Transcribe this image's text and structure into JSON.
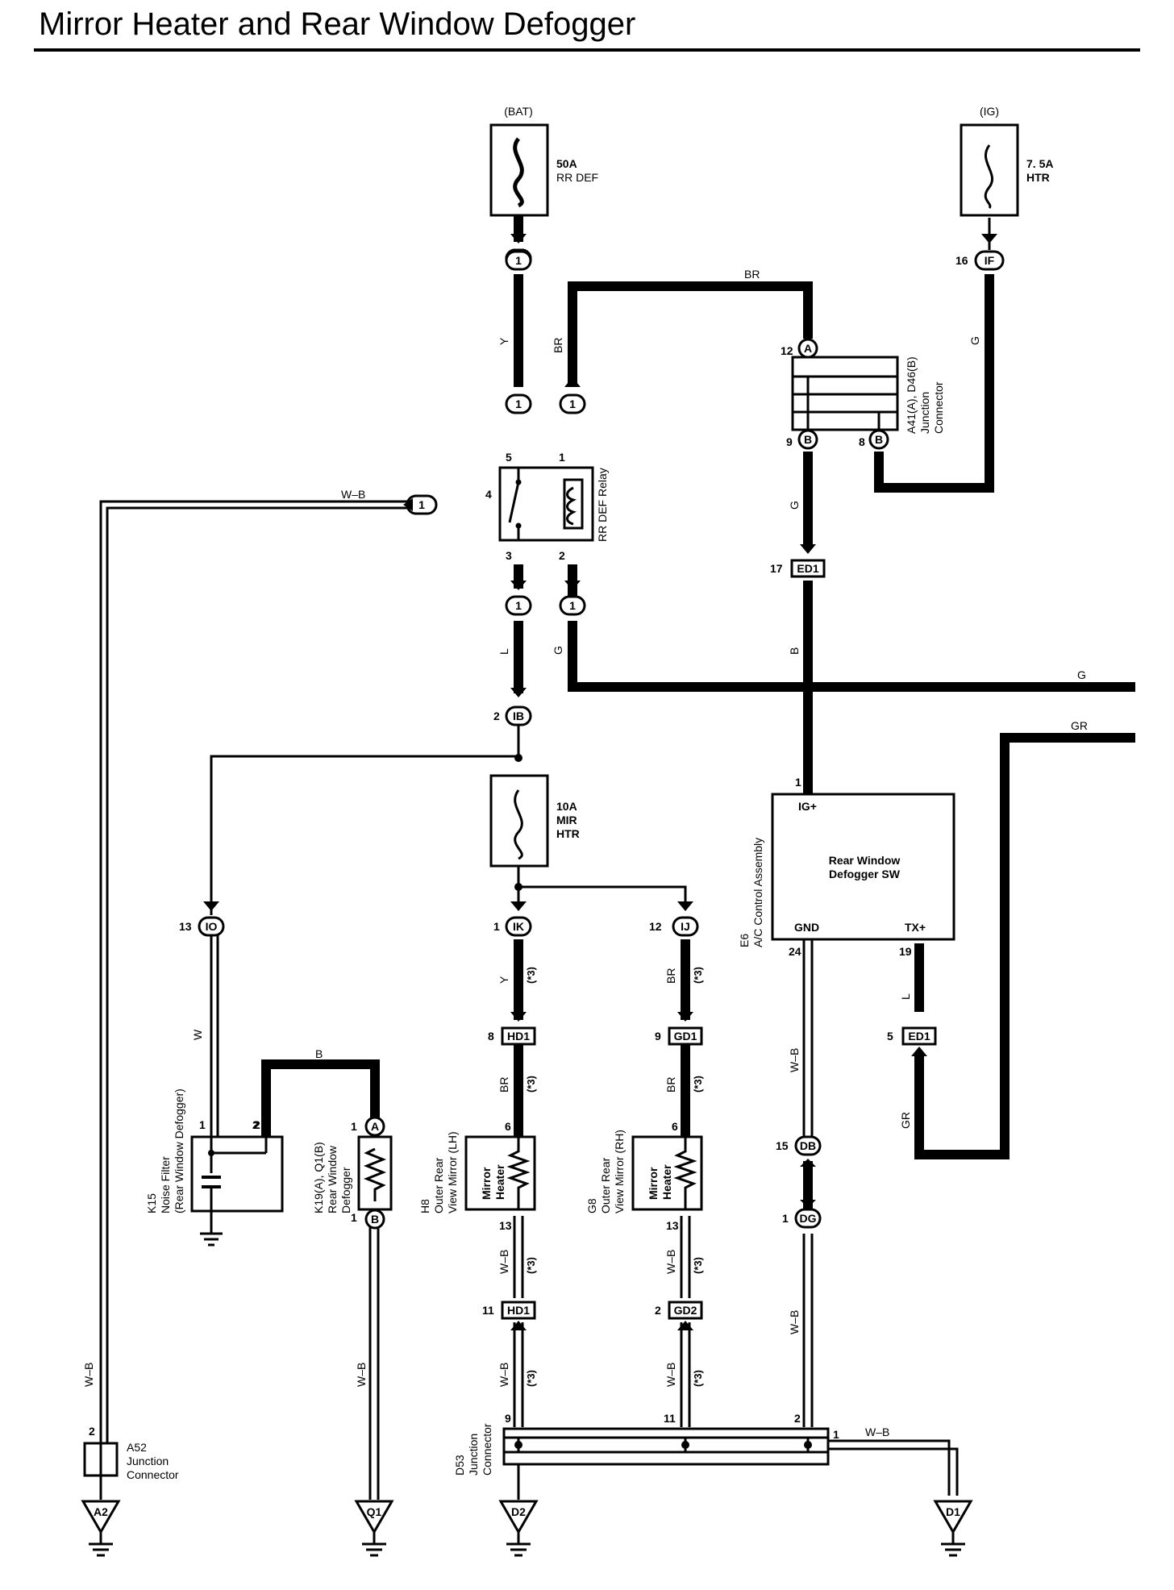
{
  "title": "Mirror Heater and Rear Window Defogger",
  "fuses": {
    "bat_label": "(BAT)",
    "rr_def_amp": "50A",
    "rr_def_name": "RR DEF",
    "ig_label": "(IG)",
    "htr_amp": "7. 5A",
    "htr_name": "HTR",
    "mir_amp": "10A",
    "mir_name1": "MIR",
    "mir_name2": "HTR"
  },
  "relay": {
    "name": "RR DEF Relay",
    "pins": [
      "5",
      "1",
      "4",
      "3",
      "2"
    ]
  },
  "junction_top": {
    "name1": "A41(A), D46(B)",
    "name2": "Junction",
    "name3": "Connector",
    "pin_a": "12",
    "pin_b1": "9",
    "pin_b2": "8",
    "conn_a": "A",
    "conn_b": "B"
  },
  "ac_assembly": {
    "code": "E6",
    "name": "A/C Control Assembly",
    "inner1": "Rear Window",
    "inner2": "Defogger SW",
    "ig": "IG+",
    "gnd": "GND",
    "tx": "TX+",
    "pin_ig": "1",
    "pin_gnd": "24",
    "pin_tx": "19"
  },
  "connectors": {
    "c1": "1",
    "c_if": "IF",
    "c_if_pin": "16",
    "c_ib": "IB",
    "c_ib_pin": "2",
    "c_io": "IO",
    "c_io_pin": "13",
    "c_ik": "IK",
    "c_ik_pin": "1",
    "c_ij": "IJ",
    "c_ij_pin": "12",
    "ed1": "ED1",
    "ed1_pin_top": "17",
    "ed1_pin_bot": "5",
    "hd1": "HD1",
    "hd1_pin_top": "8",
    "hd1_pin_bot": "11",
    "gd1": "GD1",
    "gd1_pin": "9",
    "gd2": "GD2",
    "gd2_pin": "2",
    "db": "DB",
    "db_pin": "15",
    "dg": "DG",
    "dg_pin": "1"
  },
  "wires": {
    "y": "Y",
    "br": "BR",
    "g": "G",
    "l": "L",
    "b": "B",
    "w": "W",
    "wb": "W–B",
    "gr": "GR",
    "star": "(*3)"
  },
  "noise_filter": {
    "code": "K15",
    "name1": "Noise Filter",
    "name2": "(Rear Window Defogger)",
    "pin1": "1",
    "pin2": "2"
  },
  "defogger": {
    "code": "K19(A), Q1(B)",
    "name1": "Rear Window",
    "name2": "Defogger",
    "pin_a": "1",
    "pin_b": "1",
    "conn_a": "A",
    "conn_b": "B"
  },
  "mirror_lh": {
    "code": "H8",
    "name1": "Outer Rear",
    "name2": "View Mirror (LH)",
    "inner1": "Mirror",
    "inner2": "Heater",
    "pin_top": "6",
    "pin_bot": "13"
  },
  "mirror_rh": {
    "code": "G8",
    "name1": "Outer Rear",
    "name2": "View Mirror (RH)",
    "inner1": "Mirror",
    "inner2": "Heater",
    "pin_top": "6",
    "pin_bot": "13"
  },
  "junction_bottom": {
    "code": "D53",
    "name1": "Junction",
    "name2": "Connector",
    "pin9": "9",
    "pin11": "11",
    "pin2": "2",
    "pin1": "1"
  },
  "junction_a52": {
    "code": "A52",
    "name1": "Junction",
    "name2": "Connector",
    "pin": "2"
  },
  "grounds": [
    "A2",
    "Q1",
    "D2",
    "D1"
  ]
}
